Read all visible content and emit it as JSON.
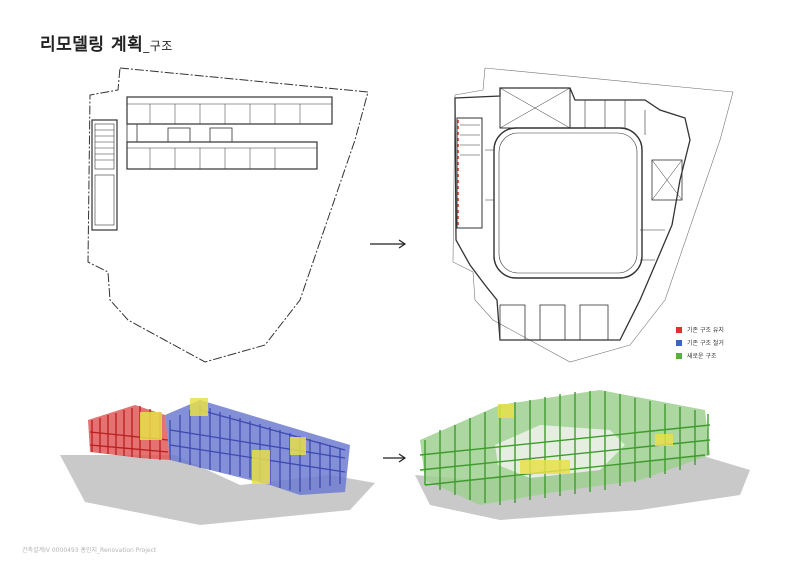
{
  "title": {
    "main": "리모델링 계획",
    "sub": "_구조"
  },
  "legend": [
    {
      "label": "기존 구조 유지",
      "color": "#e03030"
    },
    {
      "label": "기존 구조 철거",
      "color": "#3c63c8"
    },
    {
      "label": "새로운 구조",
      "color": "#58b040"
    }
  ],
  "footer": "건축설계IV 0000493 홍민지_Renovation Project",
  "colors": {
    "existing_keep": "#d33",
    "existing_demolish": "#5564c8",
    "new": "#55aa40",
    "ground": "#c9c9c9",
    "core": "#e8df4a"
  }
}
